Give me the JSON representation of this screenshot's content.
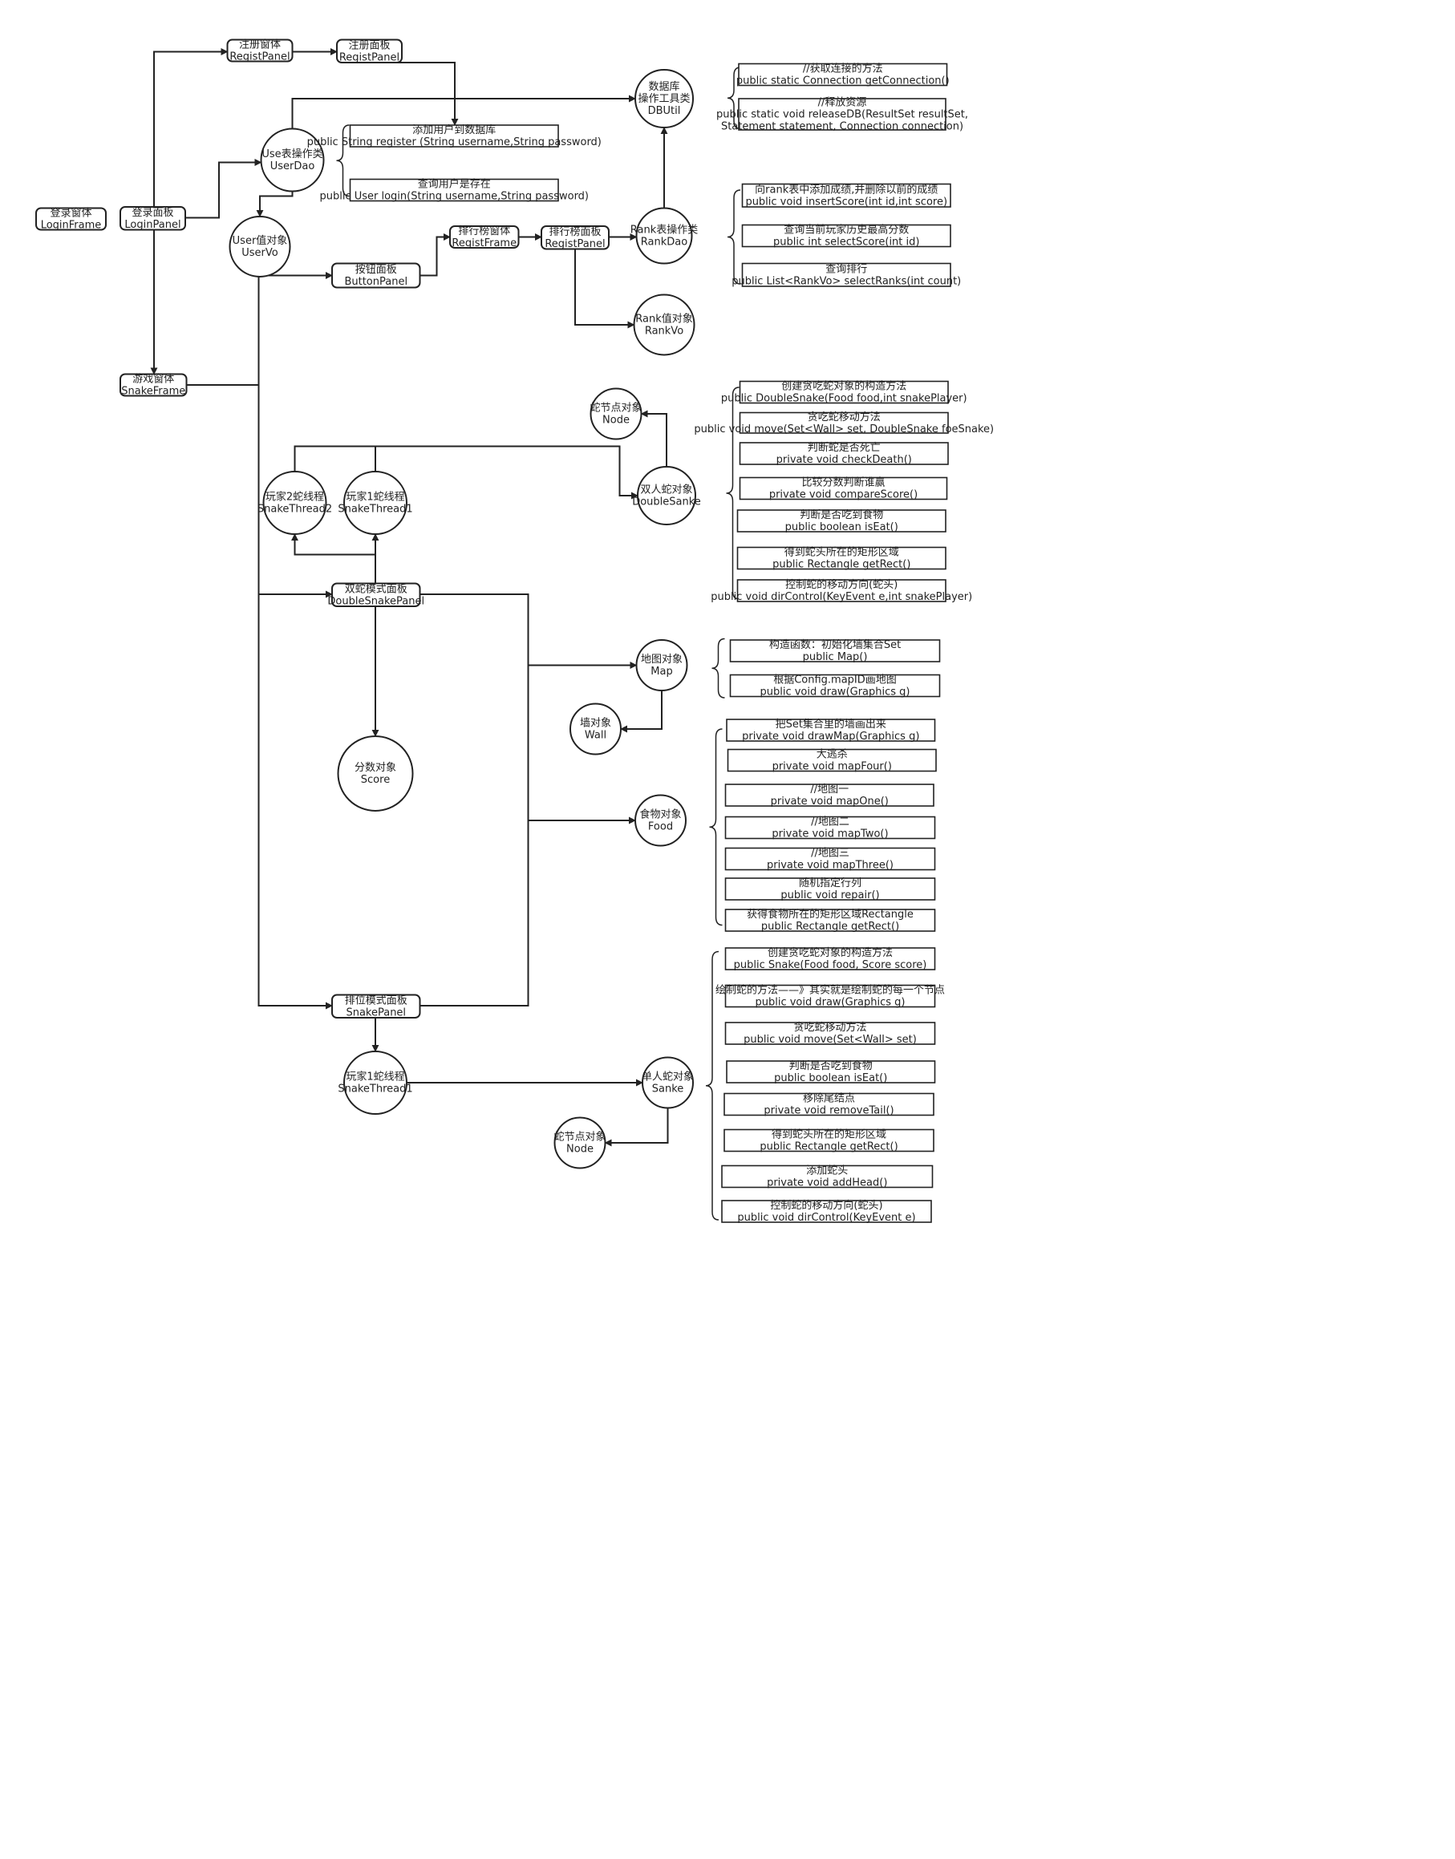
{
  "nodes": [
    {
      "id": "loginFrame",
      "lines": [
        "登录窗体",
        "LoginFrame"
      ]
    },
    {
      "id": "loginPanel",
      "lines": [
        "登录面板",
        "LoginPanel"
      ]
    },
    {
      "id": "registFrame",
      "lines": [
        "注册窗体",
        "RegistPanel"
      ]
    },
    {
      "id": "registPanel",
      "lines": [
        "注册面板",
        "RegistPanel"
      ]
    },
    {
      "id": "userDao",
      "lines": [
        "Use表操作类",
        "UserDao"
      ]
    },
    {
      "id": "userVo",
      "lines": [
        "User值对象",
        "UserVo"
      ]
    },
    {
      "id": "dbUtil",
      "lines": [
        "数据库",
        "操作工具类",
        "DBUtil"
      ]
    },
    {
      "id": "buttonPanel",
      "lines": [
        "按钮面板",
        "ButtonPanel"
      ]
    },
    {
      "id": "rankFrame",
      "lines": [
        "排行榜窗体",
        "RegistFrame"
      ]
    },
    {
      "id": "rankPanel",
      "lines": [
        "排行榜面板",
        "RegistPanel"
      ]
    },
    {
      "id": "rankDao",
      "lines": [
        "Rank表操作类",
        "RankDao"
      ]
    },
    {
      "id": "rankVo",
      "lines": [
        "Rank值对象",
        "RankVo"
      ]
    },
    {
      "id": "snakeFrame",
      "lines": [
        "游戏窗体",
        "SnakeFrame"
      ]
    },
    {
      "id": "node1",
      "lines": [
        "蛇节点对象",
        "Node"
      ]
    },
    {
      "id": "thread2",
      "lines": [
        "玩家2蛇线程",
        "SnakeThread2"
      ]
    },
    {
      "id": "thread1",
      "lines": [
        "玩家1蛇线程",
        "SnakeThread1"
      ]
    },
    {
      "id": "doubleSnake",
      "lines": [
        "双人蛇对象",
        "DoubleSanke"
      ]
    },
    {
      "id": "doublePanel",
      "lines": [
        "双蛇模式面板",
        "DoubleSnakePanel"
      ]
    },
    {
      "id": "map",
      "lines": [
        "地图对象",
        "Map"
      ]
    },
    {
      "id": "wall",
      "lines": [
        "墙对象",
        "Wall"
      ]
    },
    {
      "id": "score",
      "lines": [
        "分数对象",
        "Score"
      ]
    },
    {
      "id": "food",
      "lines": [
        "食物对象",
        "Food"
      ]
    },
    {
      "id": "snakePanel",
      "lines": [
        "排位模式面板",
        "SnakePanel"
      ]
    },
    {
      "id": "threadSingle",
      "lines": [
        "玩家1蛇线程",
        "SnakeThread1"
      ]
    },
    {
      "id": "sanke",
      "lines": [
        "单人蛇对象",
        "Sanke"
      ]
    },
    {
      "id": "node2",
      "lines": [
        "蛇节点对象",
        "Node"
      ]
    }
  ],
  "methods": [
    {
      "id": "db_conn",
      "lines": [
        "//获取连接的方法",
        "public static Connection getConnection()"
      ]
    },
    {
      "id": "db_release",
      "lines": [
        "//释放资源",
        "public static void releaseDB(ResultSet resultSet,",
        "Statement statement, Connection connection)"
      ]
    },
    {
      "id": "user_register",
      "lines": [
        "添加用户到数据库",
        "public String register (String username,String password)"
      ]
    },
    {
      "id": "user_login",
      "lines": [
        "查询用户是存在",
        "public User login(String username,String password)"
      ]
    },
    {
      "id": "rank_insert",
      "lines": [
        "向rank表中添加成绩,并删除以前的成绩",
        "public void insertScore(int id,int score)"
      ]
    },
    {
      "id": "rank_select",
      "lines": [
        "查询当前玩家历史最高分数",
        "public int selectScore(int id)"
      ]
    },
    {
      "id": "rank_list",
      "lines": [
        "查询排行",
        "public List<RankVo> selectRanks(int count)"
      ]
    },
    {
      "id": "ds_ctor",
      "lines": [
        "创建贪吃蛇对象的构造方法",
        "public DoubleSnake(Food food,int snakePlayer)"
      ]
    },
    {
      "id": "ds_move",
      "lines": [
        "贪吃蛇移动方法",
        "public void move(Set<Wall> set, DoubleSnake foeSnake)"
      ]
    },
    {
      "id": "ds_death",
      "lines": [
        "判断蛇是否死亡",
        "private void checkDeath()"
      ]
    },
    {
      "id": "ds_compare",
      "lines": [
        "比较分数判断谁赢",
        "private void compareScore()"
      ]
    },
    {
      "id": "ds_eat",
      "lines": [
        "判断是否吃到食物",
        "public boolean isEat()"
      ]
    },
    {
      "id": "ds_rect",
      "lines": [
        "得到蛇头所在的矩形区域",
        "public Rectangle getRect()"
      ]
    },
    {
      "id": "ds_dir",
      "lines": [
        "控制蛇的移动方向(蛇头)",
        "public void dirControl(KeyEvent e,int snakePlayer)"
      ]
    },
    {
      "id": "map_ctor",
      "lines": [
        "构造函数：初始化墙集合Set",
        "public Map()"
      ]
    },
    {
      "id": "map_draw",
      "lines": [
        "根据Config.mapID画地图",
        "public void draw(Graphics g)"
      ]
    },
    {
      "id": "food_drawmap",
      "lines": [
        "把Set集合里的墙画出来",
        "private void drawMap(Graphics g)"
      ]
    },
    {
      "id": "food_four",
      "lines": [
        "大逃杀",
        "private void mapFour()"
      ]
    },
    {
      "id": "food_one",
      "lines": [
        "//地图一",
        "private void mapOne()"
      ]
    },
    {
      "id": "food_two",
      "lines": [
        "//地图二",
        "private void mapTwo()"
      ]
    },
    {
      "id": "food_three",
      "lines": [
        "//地图三",
        "private void mapThree()"
      ]
    },
    {
      "id": "food_repair",
      "lines": [
        "随机指定行列",
        "public void repair()"
      ]
    },
    {
      "id": "food_rect",
      "lines": [
        "获得食物所在的矩形区域Rectangle",
        "public Rectangle getRect()"
      ]
    },
    {
      "id": "s_ctor",
      "lines": [
        "创建贪吃蛇对象的构造方法",
        "public Snake(Food food, Score score)"
      ]
    },
    {
      "id": "s_draw",
      "lines": [
        "绘制蛇的方法——》其实就是绘制蛇的每一个节点",
        "public void draw(Graphics g)"
      ]
    },
    {
      "id": "s_move",
      "lines": [
        "贪吃蛇移动方法",
        "public void move(Set<Wall> set)"
      ]
    },
    {
      "id": "s_eat",
      "lines": [
        "判断是否吃到食物",
        "public boolean isEat()"
      ]
    },
    {
      "id": "s_tail",
      "lines": [
        "移除尾结点",
        "private void removeTail()"
      ]
    },
    {
      "id": "s_rect",
      "lines": [
        "得到蛇头所在的矩形区域",
        "public Rectangle getRect()"
      ]
    },
    {
      "id": "s_head",
      "lines": [
        "添加蛇头",
        "private void addHead()"
      ]
    },
    {
      "id": "s_dir",
      "lines": [
        "控制蛇的移动方向(蛇头)",
        "public void dirControl(KeyEvent e)"
      ]
    }
  ]
}
